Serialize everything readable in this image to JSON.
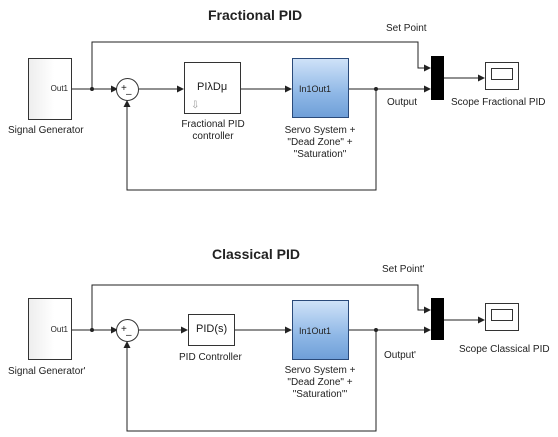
{
  "fractional": {
    "title": "Fractional PID",
    "generator_port": "Out1",
    "generator_label": "Signal Generator",
    "sum_plus": "+",
    "sum_minus": "–",
    "controller_text": "PIλDμ",
    "controller_label": "Fractional PID\ncontroller",
    "servo_port": "In1Out1",
    "servo_label": "Servo System +\n\"Dead Zone\" +\n\"Saturation\"",
    "setpoint_label": "Set Point",
    "output_label": "Output",
    "scope_label": "Scope Fractional PID"
  },
  "classical": {
    "title": "Classical PID",
    "generator_port": "Out1",
    "generator_label": "Signal Generator'",
    "sum_plus": "+",
    "sum_minus": "–",
    "controller_text": "PID(s)",
    "controller_label": "PID Controller",
    "servo_port": "In1Out1",
    "servo_label": "Servo System +\n\"Dead Zone\" +\n\"Saturation\"'",
    "setpoint_label": "Set Point'",
    "output_label": "Output'",
    "scope_label": "Scope Classical PID"
  }
}
